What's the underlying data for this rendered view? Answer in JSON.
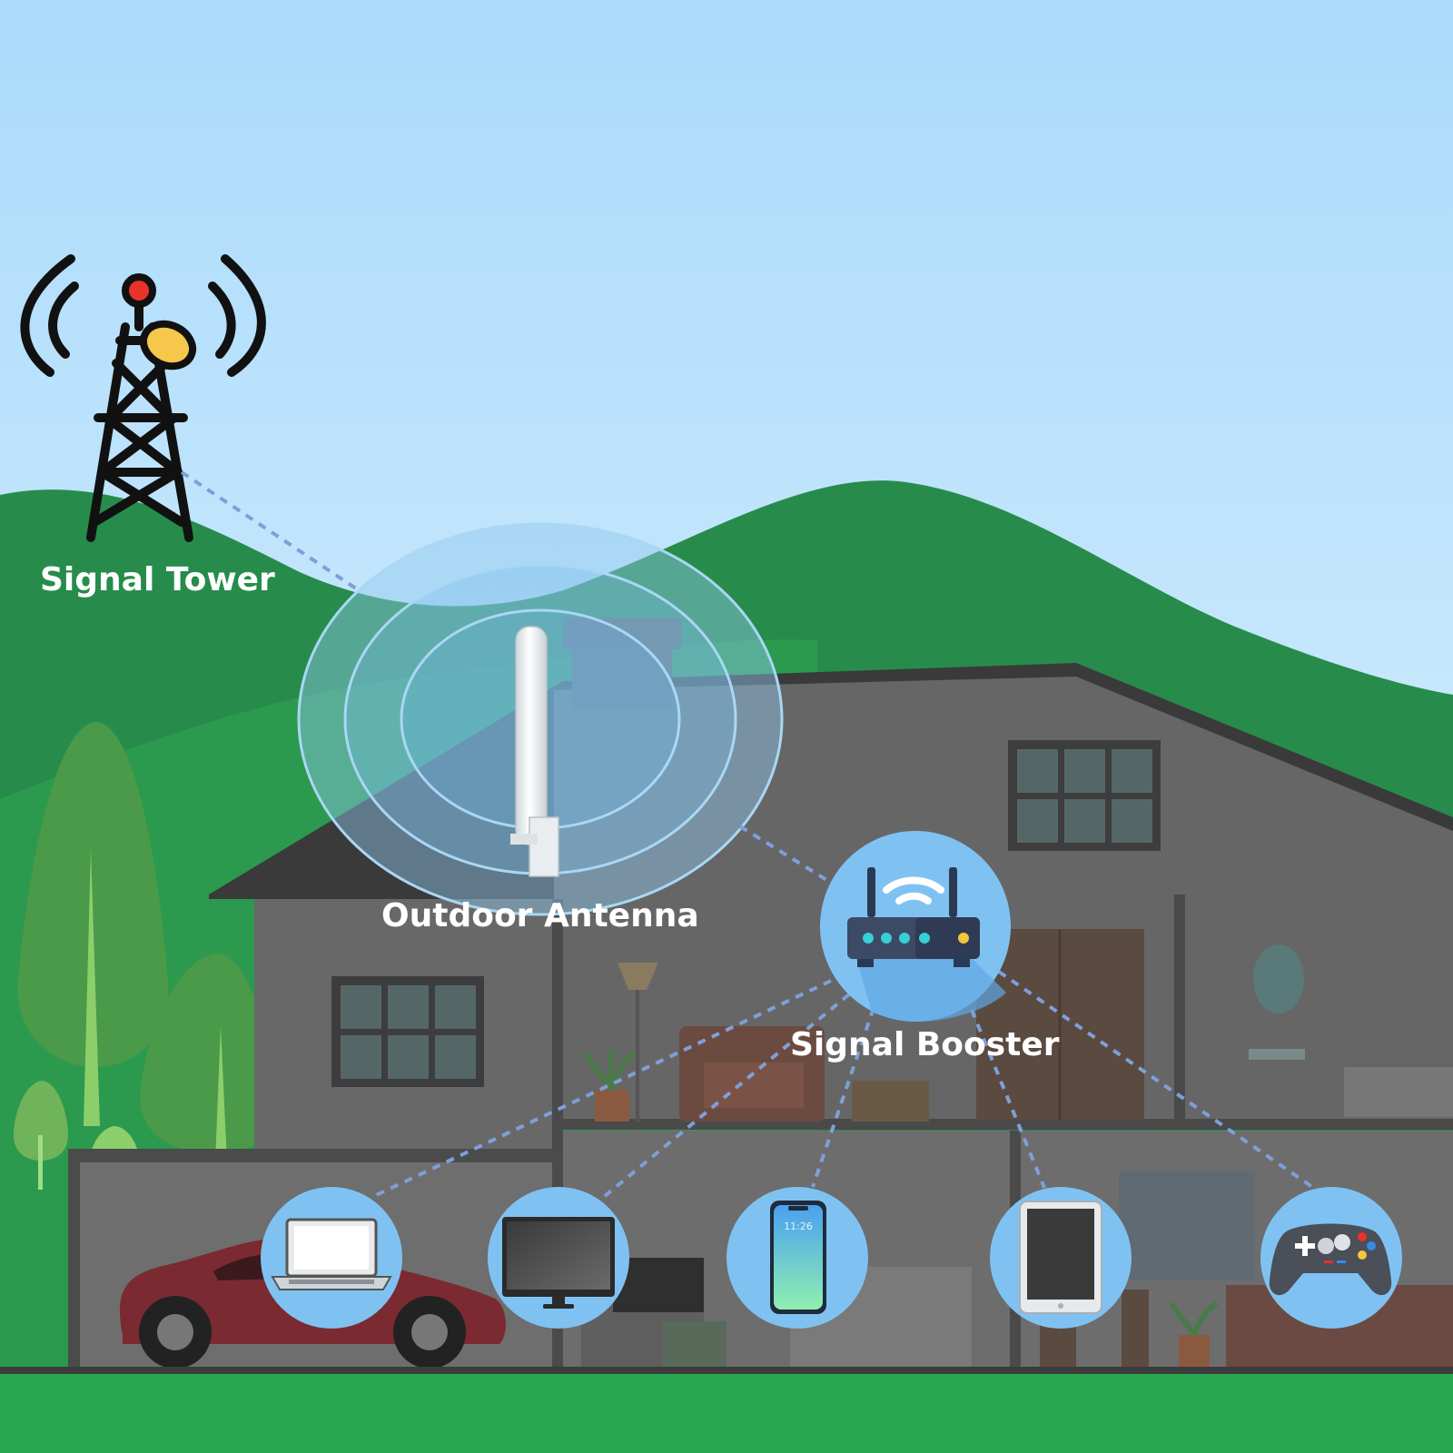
{
  "labels": {
    "tower": "Signal Tower",
    "antenna": "Outdoor Antenna",
    "booster": "Signal Booster"
  },
  "phone_clock": "11:26",
  "devices": [
    {
      "name": "laptop-icon"
    },
    {
      "name": "monitor-icon"
    },
    {
      "name": "smartphone-icon"
    },
    {
      "name": "tablet-icon"
    },
    {
      "name": "gamepad-icon"
    }
  ],
  "colors": {
    "sky_top": "#aedcfb",
    "sky_bottom": "#e3f3fd",
    "hill_dark": "#278c4b",
    "ground": "#27a84e",
    "house_wall": "#686868",
    "roof": "#3a3a3a",
    "device_circle": "#7fc2f2",
    "link_dash": "#7f9fd8",
    "car": "#7a2a30"
  }
}
